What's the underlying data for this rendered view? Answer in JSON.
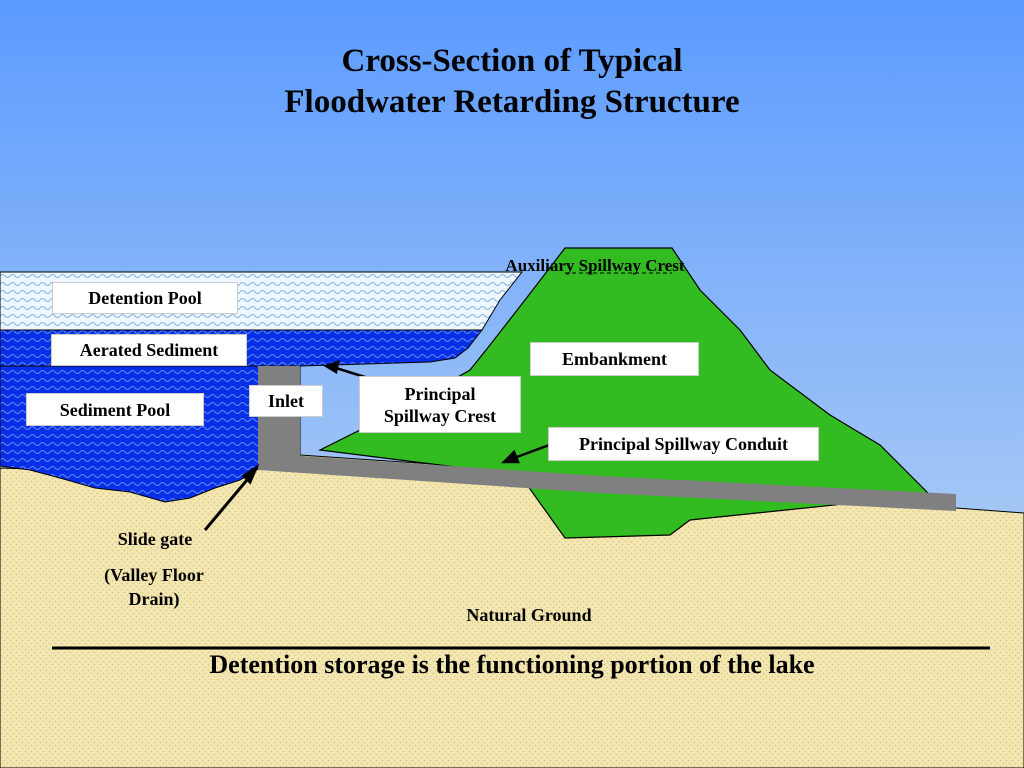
{
  "title": {
    "line1": "Cross-Section of Typical",
    "line2": "Floodwater Retarding Structure"
  },
  "labels": {
    "auxiliary_spillway_crest": "Auxiliary Spillway Crest",
    "detention_pool": "Detention Pool",
    "aerated_sediment": "Aerated Sediment",
    "sediment_pool": "Sediment Pool",
    "inlet": "Inlet",
    "principal_spillway_crest_line1": "Principal",
    "principal_spillway_crest_line2": "Spillway Crest",
    "embankment": "Embankment",
    "principal_spillway_conduit": "Principal Spillway Conduit",
    "slide_gate": "Slide gate",
    "valley_floor_drain_line1": "(Valley Floor",
    "valley_floor_drain_line2": "Drain)",
    "natural_ground": "Natural Ground"
  },
  "footer": "Detention storage is the functioning portion of the lake",
  "colors": {
    "sky_top": "#5b9bff",
    "sky_bottom": "#c8dcf0",
    "ground": "#f3e6b0",
    "embankment": "#33bb22",
    "sediment_water": "#0a2fe8",
    "detention_water": "#e6f2ff",
    "conduit": "#808080"
  }
}
